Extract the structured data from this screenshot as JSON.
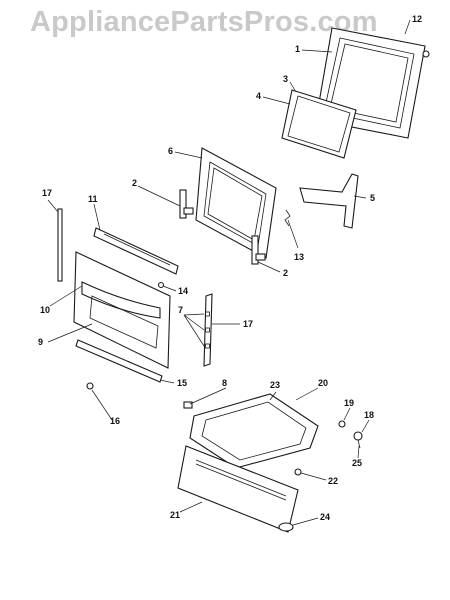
{
  "watermark": "AppliancePartsPros.com",
  "callouts": {
    "c1": "1",
    "c2a": "2",
    "c2b": "2",
    "c3": "3",
    "c4": "4",
    "c5": "5",
    "c6": "6",
    "c7": "7",
    "c8": "8",
    "c9": "9",
    "c10": "10",
    "c11": "11",
    "c12": "12",
    "c13": "13",
    "c14": "14",
    "c15": "15",
    "c16": "16",
    "c17a": "17",
    "c17b": "17",
    "c18": "18",
    "c19": "19",
    "c20": "20",
    "c21": "21",
    "c22": "22",
    "c23": "23",
    "c24": "24",
    "c25": "25"
  },
  "colors": {
    "watermark": "#c9c9c9",
    "line": "#1a1a1a"
  }
}
